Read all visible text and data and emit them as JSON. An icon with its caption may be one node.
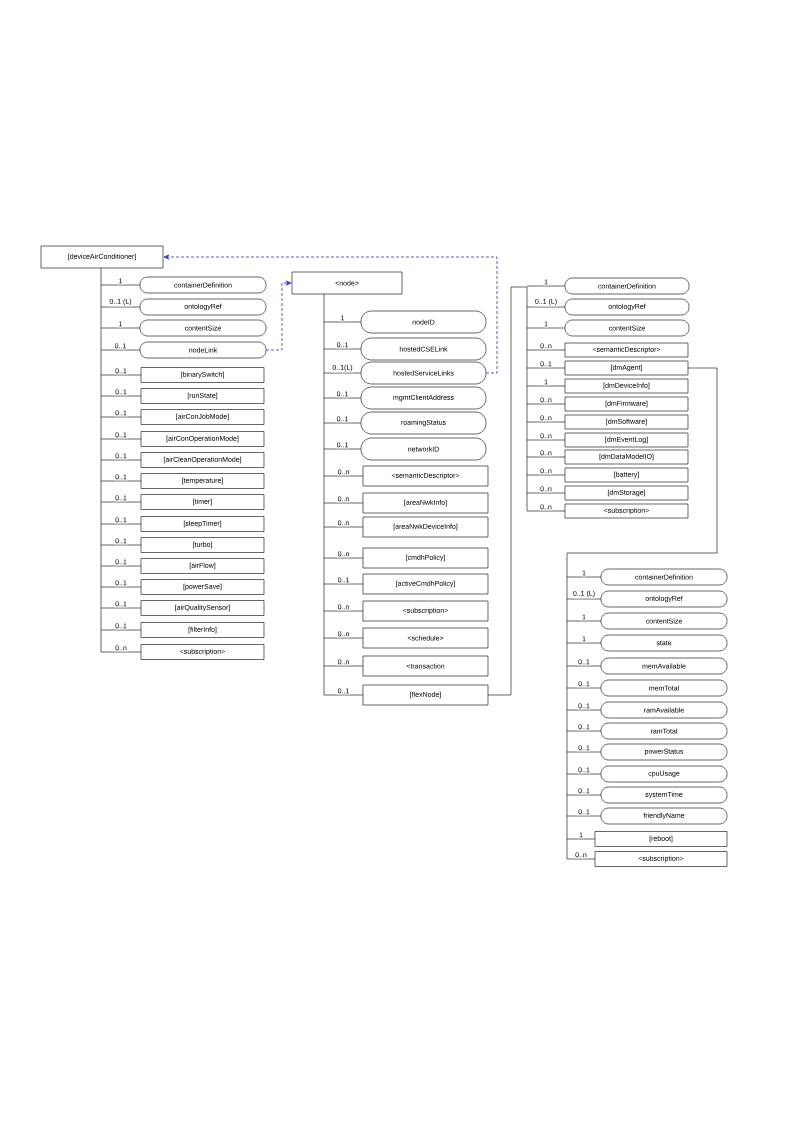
{
  "diagram": {
    "nodes": [
      {
        "text": [
          "[deviceAirConditioner]"
        ]
      },
      {
        "text": [
          "containerDefinition"
        ]
      },
      {
        "text": [
          "ontologyRef"
        ]
      },
      {
        "text": [
          "contentSize"
        ]
      },
      {
        "text": [
          "nodeLink"
        ]
      },
      {
        "text": [
          "[binarySwitch]"
        ]
      },
      {
        "text": [
          "[runState]"
        ]
      },
      {
        "text": [
          "[airConJobMode]"
        ]
      },
      {
        "text": [
          "[airConOperationMode]"
        ]
      },
      {
        "text": [
          "[airCleanOperationMode]"
        ]
      },
      {
        "text": [
          "[temperature]"
        ]
      },
      {
        "text": [
          "[timer]"
        ]
      },
      {
        "text": [
          "[sleepTimer]"
        ]
      },
      {
        "text": [
          "[turbo]"
        ]
      },
      {
        "text": [
          "[airFlow]"
        ]
      },
      {
        "text": [
          "[powerSave]"
        ]
      },
      {
        "text": [
          "[airQualitySensor]"
        ]
      },
      {
        "text": [
          "[filterInfo]"
        ]
      },
      {
        "text": [
          "<subscription>"
        ]
      },
      {
        "text": [
          "<node>"
        ]
      },
      {
        "text": [
          "nodeID"
        ]
      },
      {
        "text": [
          "hostedCSELink"
        ]
      },
      {
        "text": [
          "hostedServiceLinks"
        ]
      },
      {
        "text": [
          "mgmtClientAddress"
        ]
      },
      {
        "text": [
          "roamingStatus"
        ]
      },
      {
        "text": [
          "networkID"
        ]
      },
      {
        "text": [
          "<semanticDescriptor>"
        ]
      },
      {
        "text": [
          "[areaNwkInfo]"
        ]
      },
      {
        "text": [
          "[areaNwkDeviceInfo]"
        ]
      },
      {
        "text": [
          "[cmdhPolicy]"
        ]
      },
      {
        "text": [
          "[activeCmdhPolicy]"
        ]
      },
      {
        "text": [
          "<subscription>"
        ]
      },
      {
        "text": [
          "<schedule>"
        ]
      },
      {
        "text": [
          "<transaction"
        ]
      },
      {
        "text": [
          "[flexNode]"
        ]
      },
      {
        "text": [
          "containerDefinition"
        ]
      },
      {
        "text": [
          "ontologyRef"
        ]
      },
      {
        "text": [
          "contentSize"
        ]
      },
      {
        "text": [
          "<semanticDescriptor>"
        ]
      },
      {
        "text": [
          "[dmAgent]"
        ]
      },
      {
        "text": [
          "[dmDeviceInfo]"
        ]
      },
      {
        "text": [
          "[dmFirmware]"
        ]
      },
      {
        "text": [
          "[dmSoftware]"
        ]
      },
      {
        "text": [
          "[dmEventLog]"
        ]
      },
      {
        "text": [
          "[dmDataModelIO]"
        ]
      },
      {
        "text": [
          "[battery]"
        ]
      },
      {
        "text": [
          "[dmStorage]"
        ]
      },
      {
        "text": [
          "<subscription>"
        ]
      },
      {
        "text": [
          "containerDefinition"
        ]
      },
      {
        "text": [
          "ontologyRef"
        ]
      },
      {
        "text": [
          "contentSize"
        ]
      },
      {
        "text": [
          "state"
        ]
      },
      {
        "text": [
          "memAvailable"
        ]
      },
      {
        "text": [
          "memTotal"
        ]
      },
      {
        "text": [
          "ramAvailable"
        ]
      },
      {
        "text": [
          "ramTotal"
        ]
      },
      {
        "text": [
          "powerStatus"
        ]
      },
      {
        "text": [
          "cpuUsage"
        ]
      },
      {
        "text": [
          "systemTime"
        ]
      },
      {
        "text": [
          "friendlyName"
        ]
      },
      {
        "text": [
          "[reboot]"
        ]
      },
      {
        "text": [
          "<subscription>"
        ]
      }
    ],
    "edges": [
      {
        "from": 0,
        "to": 1,
        "arrow": "none",
        "label": "1"
      },
      {
        "from": 0,
        "to": 2,
        "arrow": "none",
        "label": "0..1 (L)"
      },
      {
        "from": 0,
        "to": 3,
        "arrow": "none",
        "label": "1"
      },
      {
        "from": 0,
        "to": 4,
        "arrow": "none",
        "label": "0..1"
      },
      {
        "from": 0,
        "to": 5,
        "arrow": "none",
        "label": "0..1"
      },
      {
        "from": 0,
        "to": 6,
        "arrow": "none",
        "label": "0..1"
      },
      {
        "from": 0,
        "to": 7,
        "arrow": "none",
        "label": "0..1"
      },
      {
        "from": 0,
        "to": 8,
        "arrow": "none",
        "label": "0..1"
      },
      {
        "from": 0,
        "to": 9,
        "arrow": "none",
        "label": "0..1"
      },
      {
        "from": 0,
        "to": 10,
        "arrow": "none",
        "label": "0..1"
      },
      {
        "from": 0,
        "to": 11,
        "arrow": "none",
        "label": "0..1"
      },
      {
        "from": 0,
        "to": 12,
        "arrow": "none",
        "label": "0..1"
      },
      {
        "from": 0,
        "to": 13,
        "arrow": "none",
        "label": "0..1"
      },
      {
        "from": 0,
        "to": 14,
        "arrow": "none",
        "label": "0..1"
      },
      {
        "from": 0,
        "to": 15,
        "arrow": "none",
        "label": "0..1"
      },
      {
        "from": 0,
        "to": 16,
        "arrow": "none",
        "label": "0..1"
      },
      {
        "from": 0,
        "to": 17,
        "arrow": "none",
        "label": "0..1"
      },
      {
        "from": 0,
        "to": 18,
        "arrow": "none",
        "label": "0..n"
      },
      {
        "from": 19,
        "to": 20,
        "arrow": "none",
        "label": "1"
      },
      {
        "from": 19,
        "to": 21,
        "arrow": "none",
        "label": "0..1"
      },
      {
        "from": 19,
        "to": 22,
        "arrow": "none",
        "label": "0..1(L)"
      },
      {
        "from": 19,
        "to": 23,
        "arrow": "none",
        "label": "0..1"
      },
      {
        "from": 19,
        "to": 24,
        "arrow": "none",
        "label": "0..1"
      },
      {
        "from": 19,
        "to": 25,
        "arrow": "none",
        "label": "0..1"
      },
      {
        "from": 19,
        "to": 26,
        "arrow": "none",
        "label": "0..n"
      },
      {
        "from": 19,
        "to": 27,
        "arrow": "none",
        "label": "0..n"
      },
      {
        "from": 19,
        "to": 28,
        "arrow": "none",
        "label": "0..n"
      },
      {
        "from": 19,
        "to": 29,
        "arrow": "none",
        "label": "0..n"
      },
      {
        "from": 19,
        "to": 30,
        "arrow": "none",
        "label": "0..1"
      },
      {
        "from": 19,
        "to": 31,
        "arrow": "none",
        "label": "0..n"
      },
      {
        "from": 19,
        "to": 32,
        "arrow": "none",
        "label": "0..n"
      },
      {
        "from": 19,
        "to": 33,
        "arrow": "none",
        "label": "0..n"
      },
      {
        "from": 19,
        "to": 34,
        "arrow": "none",
        "label": "0..1"
      },
      {
        "from": 34,
        "to": 35,
        "arrow": "none",
        "label": "1"
      },
      {
        "from": 34,
        "to": 36,
        "arrow": "none",
        "label": "0..1 (L)"
      },
      {
        "from": 34,
        "to": 37,
        "arrow": "none",
        "label": "1"
      },
      {
        "from": 34,
        "to": 38,
        "arrow": "none",
        "label": "0..n"
      },
      {
        "from": 34,
        "to": 39,
        "arrow": "none",
        "label": "0..1"
      },
      {
        "from": 34,
        "to": 40,
        "arrow": "none",
        "label": "1"
      },
      {
        "from": 34,
        "to": 41,
        "arrow": "none",
        "label": "0..n"
      },
      {
        "from": 34,
        "to": 42,
        "arrow": "none",
        "label": "0..n"
      },
      {
        "from": 34,
        "to": 43,
        "arrow": "none",
        "label": "0..n"
      },
      {
        "from": 34,
        "to": 44,
        "arrow": "none",
        "label": "0..n"
      },
      {
        "from": 34,
        "to": 45,
        "arrow": "none",
        "label": "0..n"
      },
      {
        "from": 34,
        "to": 46,
        "arrow": "none",
        "label": "0..n"
      },
      {
        "from": 34,
        "to": 47,
        "arrow": "none",
        "label": "0..n"
      },
      {
        "from": 39,
        "to": 48,
        "arrow": "none",
        "label": "1"
      },
      {
        "from": 39,
        "to": 49,
        "arrow": "none",
        "label": "0..1 (L)"
      },
      {
        "from": 39,
        "to": 50,
        "arrow": "none",
        "label": "1"
      },
      {
        "from": 39,
        "to": 51,
        "arrow": "none",
        "label": "1"
      },
      {
        "from": 39,
        "to": 52,
        "arrow": "none",
        "label": "0..1"
      },
      {
        "from": 39,
        "to": 53,
        "arrow": "none",
        "label": "0..1"
      },
      {
        "from": 39,
        "to": 54,
        "arrow": "none",
        "label": "0..1"
      },
      {
        "from": 39,
        "to": 55,
        "arrow": "none",
        "label": "0..1"
      },
      {
        "from": 39,
        "to": 56,
        "arrow": "none",
        "label": "0..1"
      },
      {
        "from": 39,
        "to": 57,
        "arrow": "none",
        "label": "0..1"
      },
      {
        "from": 39,
        "to": 58,
        "arrow": "none",
        "label": "0..1"
      },
      {
        "from": 39,
        "to": 59,
        "arrow": "none",
        "label": "0..1"
      },
      {
        "from": 39,
        "to": 60,
        "arrow": "none",
        "label": "1"
      },
      {
        "from": 39,
        "to": 61,
        "arrow": "none",
        "label": "0..n"
      },
      {
        "from": 4,
        "to": 19,
        "arrow": "to",
        "style": "dashed",
        "color": "#3333cc"
      },
      {
        "from": 22,
        "to": 0,
        "arrow": "to",
        "style": "dashed",
        "color": "#3333cc"
      }
    ]
  }
}
